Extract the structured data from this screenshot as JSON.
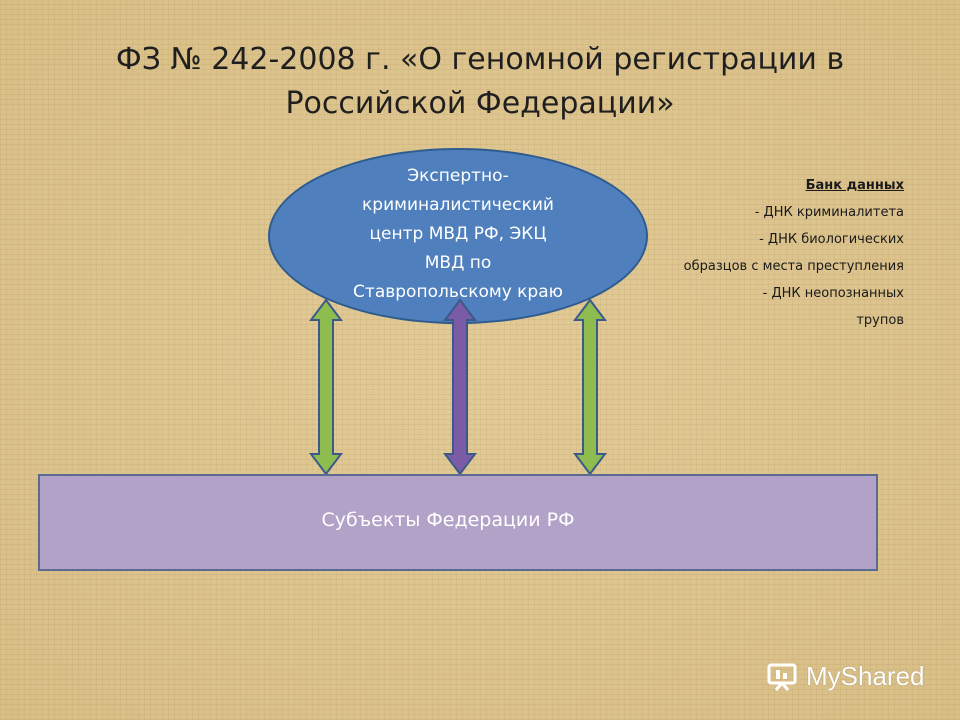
{
  "slide": {
    "title_lines": [
      "ФЗ № 242-2008 г. «О геномной регистрации в",
      "Российской Федерации»"
    ],
    "center": {
      "lines": [
        "Экспертно-",
        "криминалистический",
        "центр МВД РФ, ЭКЦ",
        "МВД по",
        "Ставропольскому краю"
      ]
    },
    "bank": {
      "heading": "Банк данных",
      "lines": [
        "- ДНК криминалитета",
        "- ДНК биологических",
        "образцов с места преступления",
        "- ДНК неопознанных",
        "трупов"
      ]
    },
    "subjects_label": "Субъекты Федерации РФ",
    "arrows": [
      {
        "name": "left-arrow",
        "color": "#8fbc4f"
      },
      {
        "name": "middle-arrow",
        "color": "#7b5ba5"
      },
      {
        "name": "right-arrow",
        "color": "#8fbc4f"
      }
    ]
  },
  "watermark": {
    "text": "MyShared",
    "icon": "presentation-board-icon"
  }
}
